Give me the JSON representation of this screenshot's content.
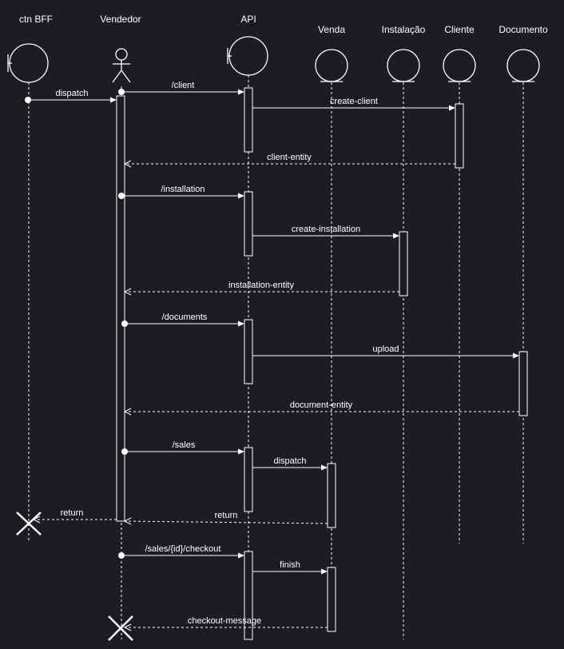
{
  "participants": [
    {
      "id": "ctn-bff",
      "label": "ctn BFF",
      "kind": "boundary"
    },
    {
      "id": "vendedor",
      "label": "Vendedor",
      "kind": "actor"
    },
    {
      "id": "api",
      "label": "API",
      "kind": "boundary"
    },
    {
      "id": "venda",
      "label": "Venda",
      "kind": "entity"
    },
    {
      "id": "instalacao",
      "label": "Instalação",
      "kind": "entity"
    },
    {
      "id": "cliente",
      "label": "Cliente",
      "kind": "entity"
    },
    {
      "id": "documento",
      "label": "Documento",
      "kind": "entity"
    }
  ],
  "messages": [
    {
      "id": "dispatch-1",
      "label": "dispatch",
      "from": "ctn-bff",
      "to": "vendedor",
      "kind": "sync"
    },
    {
      "id": "client",
      "label": "/client",
      "from": "vendedor",
      "to": "api",
      "kind": "sync"
    },
    {
      "id": "create-client",
      "label": "create-client",
      "from": "api",
      "to": "cliente",
      "kind": "sync"
    },
    {
      "id": "client-entity",
      "label": "client-entity",
      "from": "cliente",
      "to": "vendedor",
      "kind": "return"
    },
    {
      "id": "installation",
      "label": "/installation",
      "from": "vendedor",
      "to": "api",
      "kind": "sync"
    },
    {
      "id": "create-installation",
      "label": "create-installation",
      "from": "api",
      "to": "instalacao",
      "kind": "sync"
    },
    {
      "id": "installation-entity",
      "label": "installation-entity",
      "from": "instalacao",
      "to": "vendedor",
      "kind": "return"
    },
    {
      "id": "documents",
      "label": "/documents",
      "from": "vendedor",
      "to": "api",
      "kind": "sync"
    },
    {
      "id": "upload",
      "label": "upload",
      "from": "api",
      "to": "documento",
      "kind": "sync"
    },
    {
      "id": "document-entity",
      "label": "document-entity",
      "from": "documento",
      "to": "vendedor",
      "kind": "return"
    },
    {
      "id": "sales",
      "label": "/sales",
      "from": "vendedor",
      "to": "api",
      "kind": "sync"
    },
    {
      "id": "dispatch-2",
      "label": "dispatch",
      "from": "api",
      "to": "venda",
      "kind": "sync"
    },
    {
      "id": "return-1",
      "label": "return",
      "from": "vendedor",
      "to": "ctn-bff",
      "kind": "return"
    },
    {
      "id": "return-2",
      "label": "return",
      "from": "venda",
      "to": "vendedor",
      "kind": "return"
    },
    {
      "id": "checkout",
      "label": "/sales/{id}/checkout",
      "from": "vendedor",
      "to": "api",
      "kind": "sync"
    },
    {
      "id": "finish",
      "label": "finish",
      "from": "api",
      "to": "venda",
      "kind": "sync"
    },
    {
      "id": "checkout-message",
      "label": "checkout-message",
      "from": "venda",
      "to": "vendedor",
      "kind": "return"
    }
  ],
  "colors": {
    "background": "#1e1b22",
    "stroke": "#ffffff",
    "text": "#ffffff"
  }
}
